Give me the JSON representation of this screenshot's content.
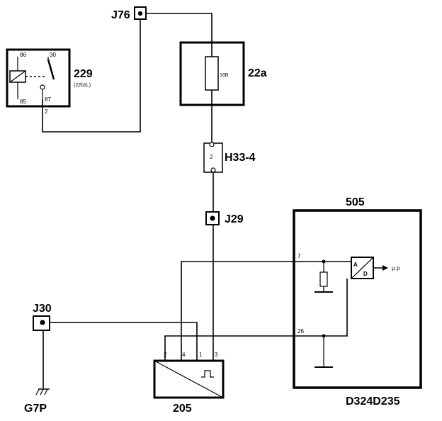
{
  "relay_229": {
    "id": "229",
    "note": "(22b1L)",
    "pins": {
      "p86": "86",
      "p30": "30",
      "p85": "85",
      "p87": "87"
    },
    "wire_no": "2"
  },
  "connector_J76": {
    "label": "J76"
  },
  "fuse_22a": {
    "label": "22a",
    "rating": "16B"
  },
  "connector_H33_4": {
    "label": "H33-4",
    "pin": "2"
  },
  "connector_J29": {
    "label": "J29"
  },
  "connector_J30": {
    "label": "J30"
  },
  "ground_G7P": {
    "label": "G7P"
  },
  "module_505": {
    "label": "505",
    "pin7": "7",
    "pin26": "26",
    "adc_a": "A",
    "adc_d": "D",
    "output": "µ p"
  },
  "sensor_205": {
    "label": "205",
    "pins": {
      "p2": "2",
      "p4": "4",
      "p1": "1",
      "p3": "3"
    }
  },
  "diagram_code": {
    "text": "D324D235"
  }
}
